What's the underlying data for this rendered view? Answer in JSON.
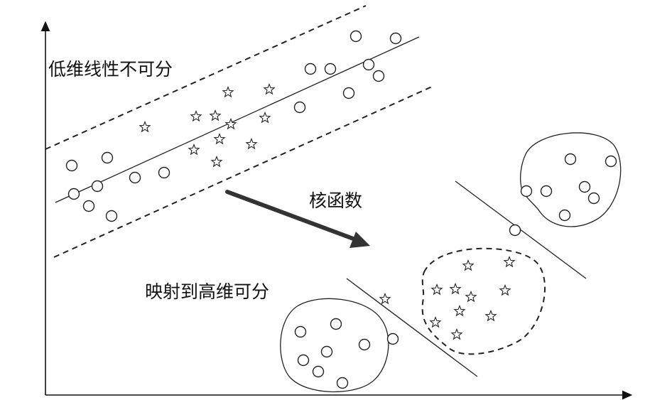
{
  "labels": {
    "low_dim": "低维线性不可分",
    "kernel": "核函数",
    "high_dim": "映射到高维可分"
  },
  "colors": {
    "ink": "#222222",
    "arrow": "#333333",
    "background": "#ffffff"
  },
  "markers": {
    "class_a": "circle",
    "class_b": "star"
  }
}
